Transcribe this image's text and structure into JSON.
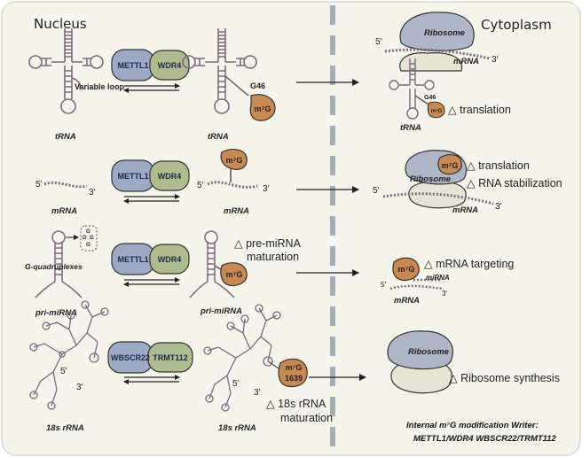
{
  "regions": {
    "nucleus": "Nucleus",
    "cytoplasm": "Cytoplasm"
  },
  "labels": {
    "trna": "tRNA",
    "mrna": "mRNA",
    "pri_mirna": "pri-miRNA",
    "rrna_18s": "18s rRNA",
    "variable_loop": "Variable loop",
    "g46": "G46",
    "g_quadruplexes": "G-quadruplexes",
    "ribosome": "Ribosome",
    "mirna": "miRNA",
    "five_prime": "5′",
    "three_prime": "3′",
    "g_letter": "G"
  },
  "enzymes": {
    "mettl1": "METTL1",
    "wdr4": "WDR4",
    "wbscr22": "WBSCR22",
    "trmt112": "TRMT112"
  },
  "modification": {
    "mark": "m⁷G",
    "position_1639": "1639"
  },
  "effects": {
    "translation": "translation",
    "rna_stabilization": "RNA stabilization",
    "pre_mirna_line1": "pre-miRNA",
    "pre_mirna_line2": "maturation",
    "mrna_targeting": "mRNA targeting",
    "ribosome_synthesis": "Ribosome synthesis",
    "rrna_line1": "18s rRNA",
    "rrna_line2": "maturation",
    "symbol": "△"
  },
  "footnote": {
    "line1": "Internal m⁷G modification Writer:",
    "line2": "METTL1/WDR4 WBSCR22/TRMT112"
  },
  "colors": {
    "panel_bg": "#f6f5ec",
    "enzyme_blue": "#9eaac4",
    "enzyme_green": "#aebd90",
    "modification_orange": "#c98a52",
    "ribosome_blue": "#aeb6c8",
    "ribosome_light": "#e6e4d2",
    "rna_purple": "#7a6a78",
    "divider": "#a7adb6"
  }
}
